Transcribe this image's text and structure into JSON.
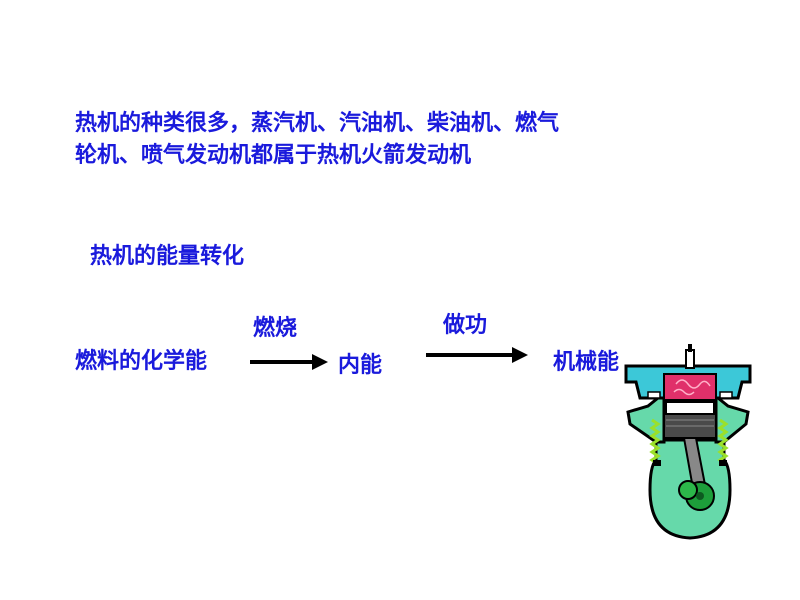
{
  "slide": {
    "intro_line1": "热机的种类很多，蒸汽机、汽油机、柴油机、燃气",
    "intro_line2": "轮机、喷气发动机都属于热机火箭发动机",
    "subheading": "热机的能量转化",
    "flow": {
      "source": "燃料的化学能",
      "step1_label": "燃烧",
      "middle": "内能",
      "step2_label": "做功",
      "result": "机械能"
    }
  },
  "colors": {
    "text": "#1a1adc",
    "arrow": "#000000",
    "engine_body": "#66d9aa",
    "engine_chamber": "#e0306a",
    "engine_cap": "#3cc8d8",
    "engine_valve_spring": "#9be02a"
  },
  "icons": {
    "arrow": "right-arrow-icon",
    "engine": "piston-engine-icon"
  }
}
